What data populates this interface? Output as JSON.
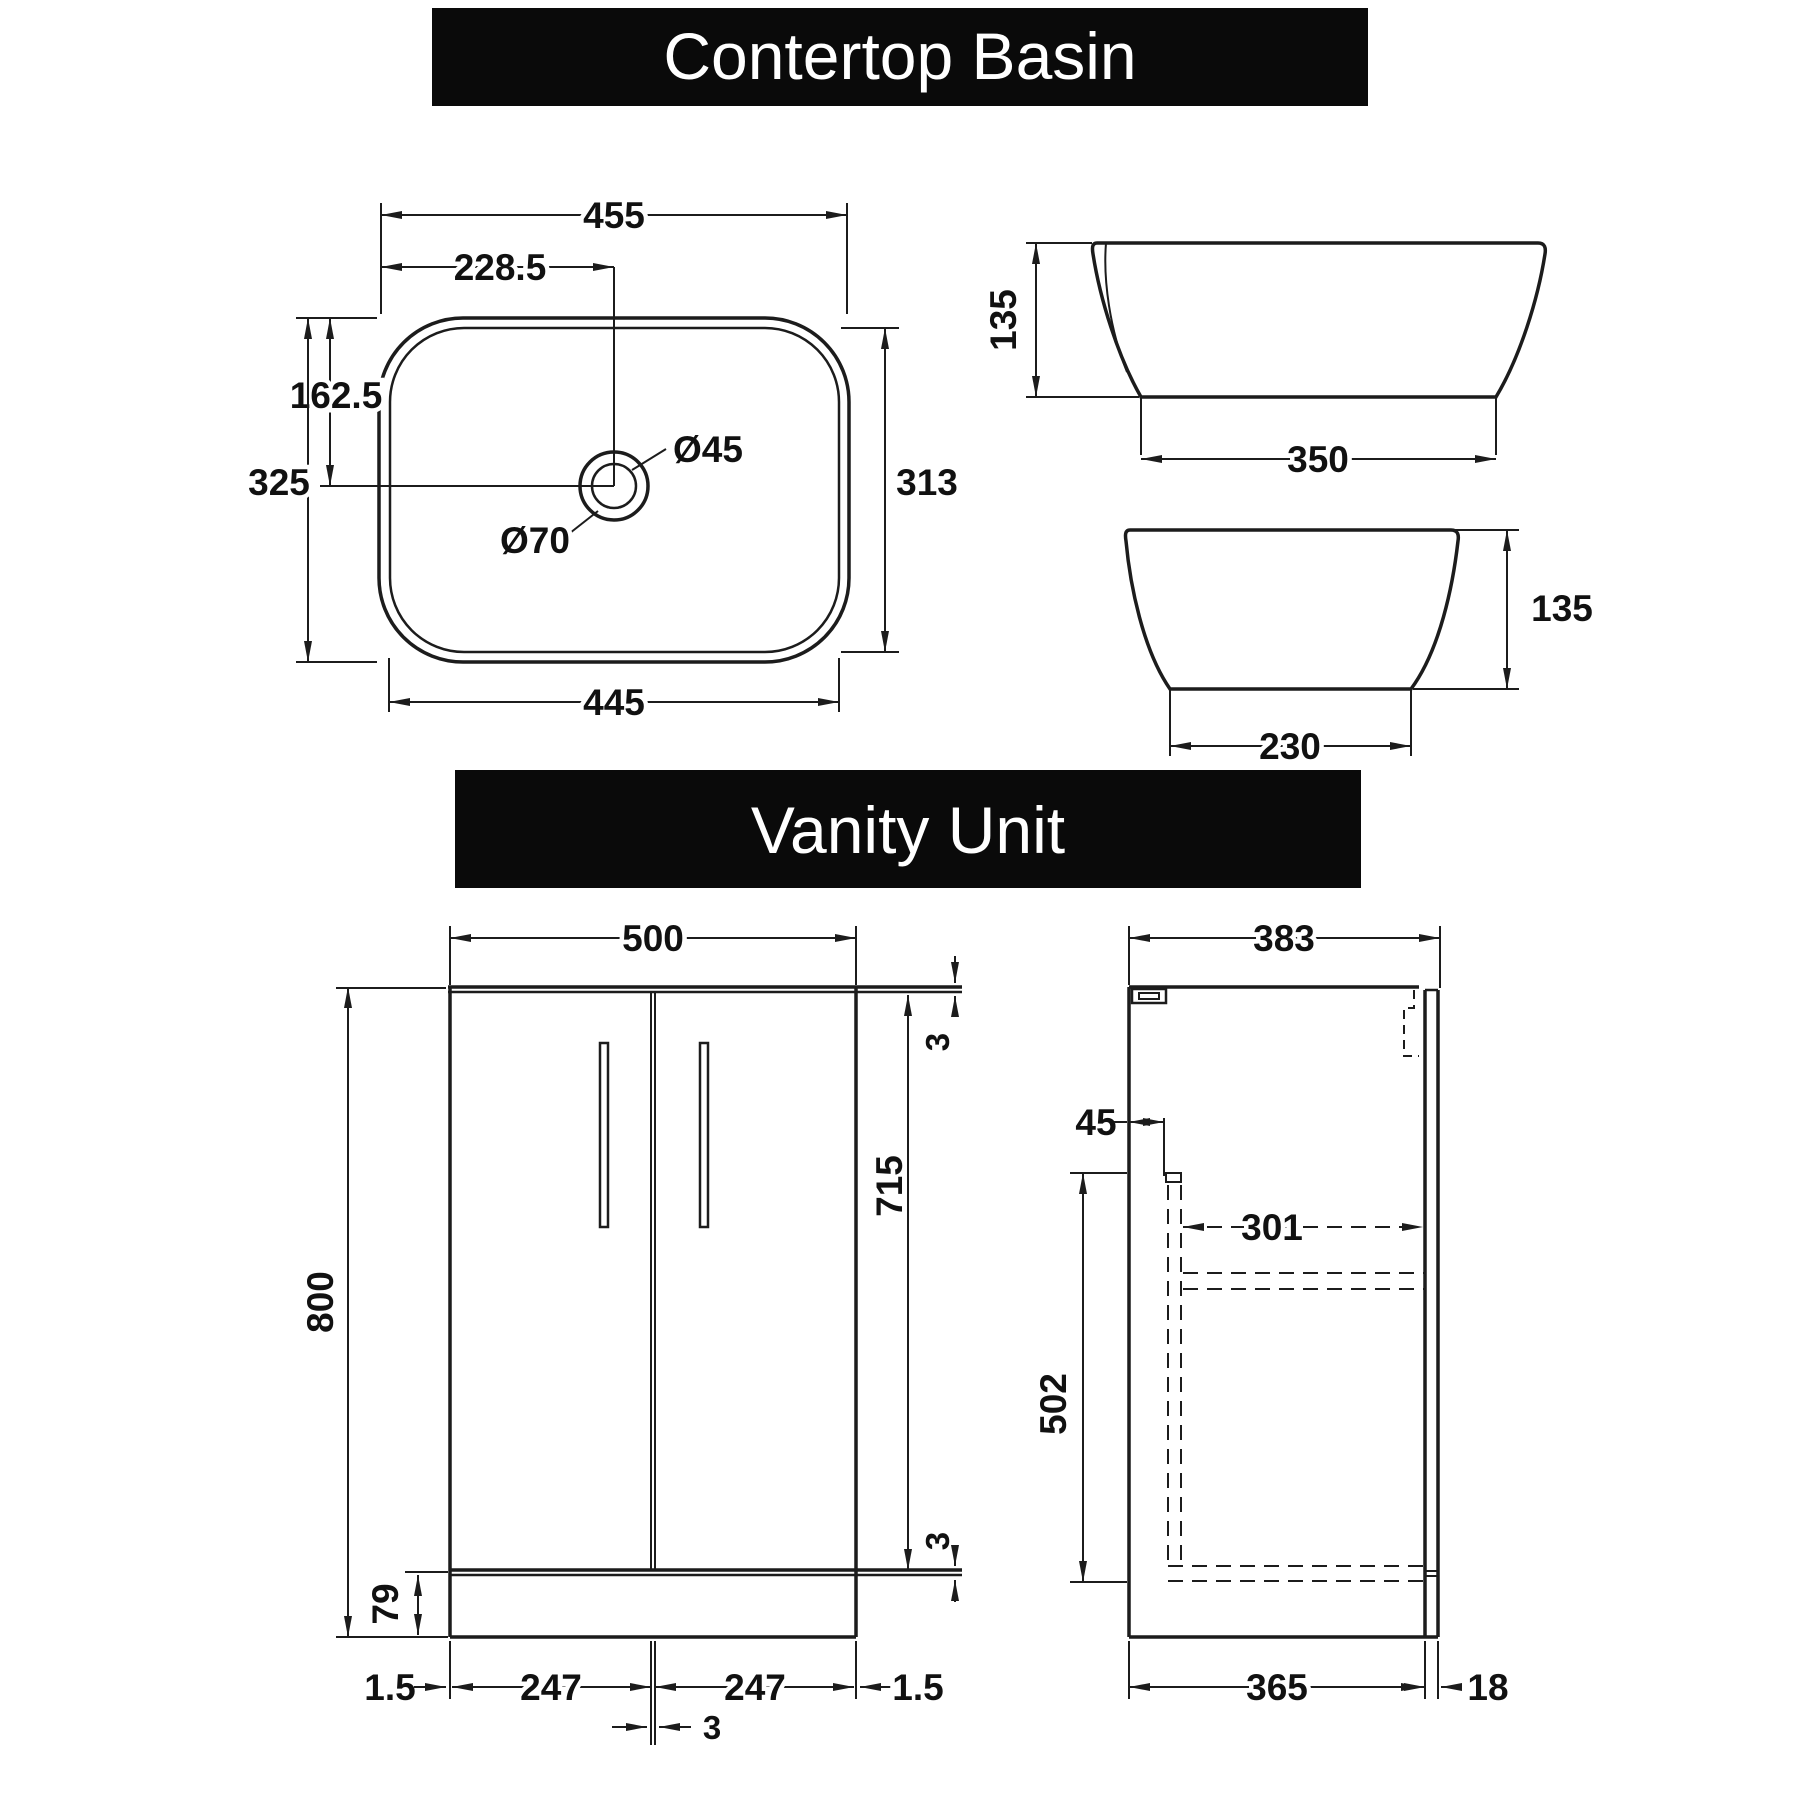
{
  "titles": {
    "basin": "Contertop Basin",
    "vanity": "Vanity Unit"
  },
  "basin": {
    "plan": {
      "width_top": "455",
      "hole_offset_x": "228.5",
      "hole_offset_y": "162.5",
      "height_outer": "325",
      "height_inner": "313",
      "width_bottom": "445",
      "drain_inner_dia": "Ø45",
      "drain_outer_dia": "Ø70"
    },
    "side_long": {
      "height": "135",
      "base_width": "350"
    },
    "side_short": {
      "height": "135",
      "base_width": "230"
    }
  },
  "vanity": {
    "front": {
      "width": "500",
      "worktop_thickness": "3",
      "door_height": "715",
      "door_bottom_gap": "3",
      "total_height": "800",
      "plinth_height": "79",
      "left_gap": "1.5",
      "left_door": "247",
      "right_door": "247",
      "right_gap": "1.5",
      "center_gap": "3"
    },
    "side": {
      "depth": "383",
      "front_offset": "45",
      "internal_depth": "301",
      "internal_height": "502",
      "base_depth": "365",
      "back_panel": "18"
    }
  }
}
